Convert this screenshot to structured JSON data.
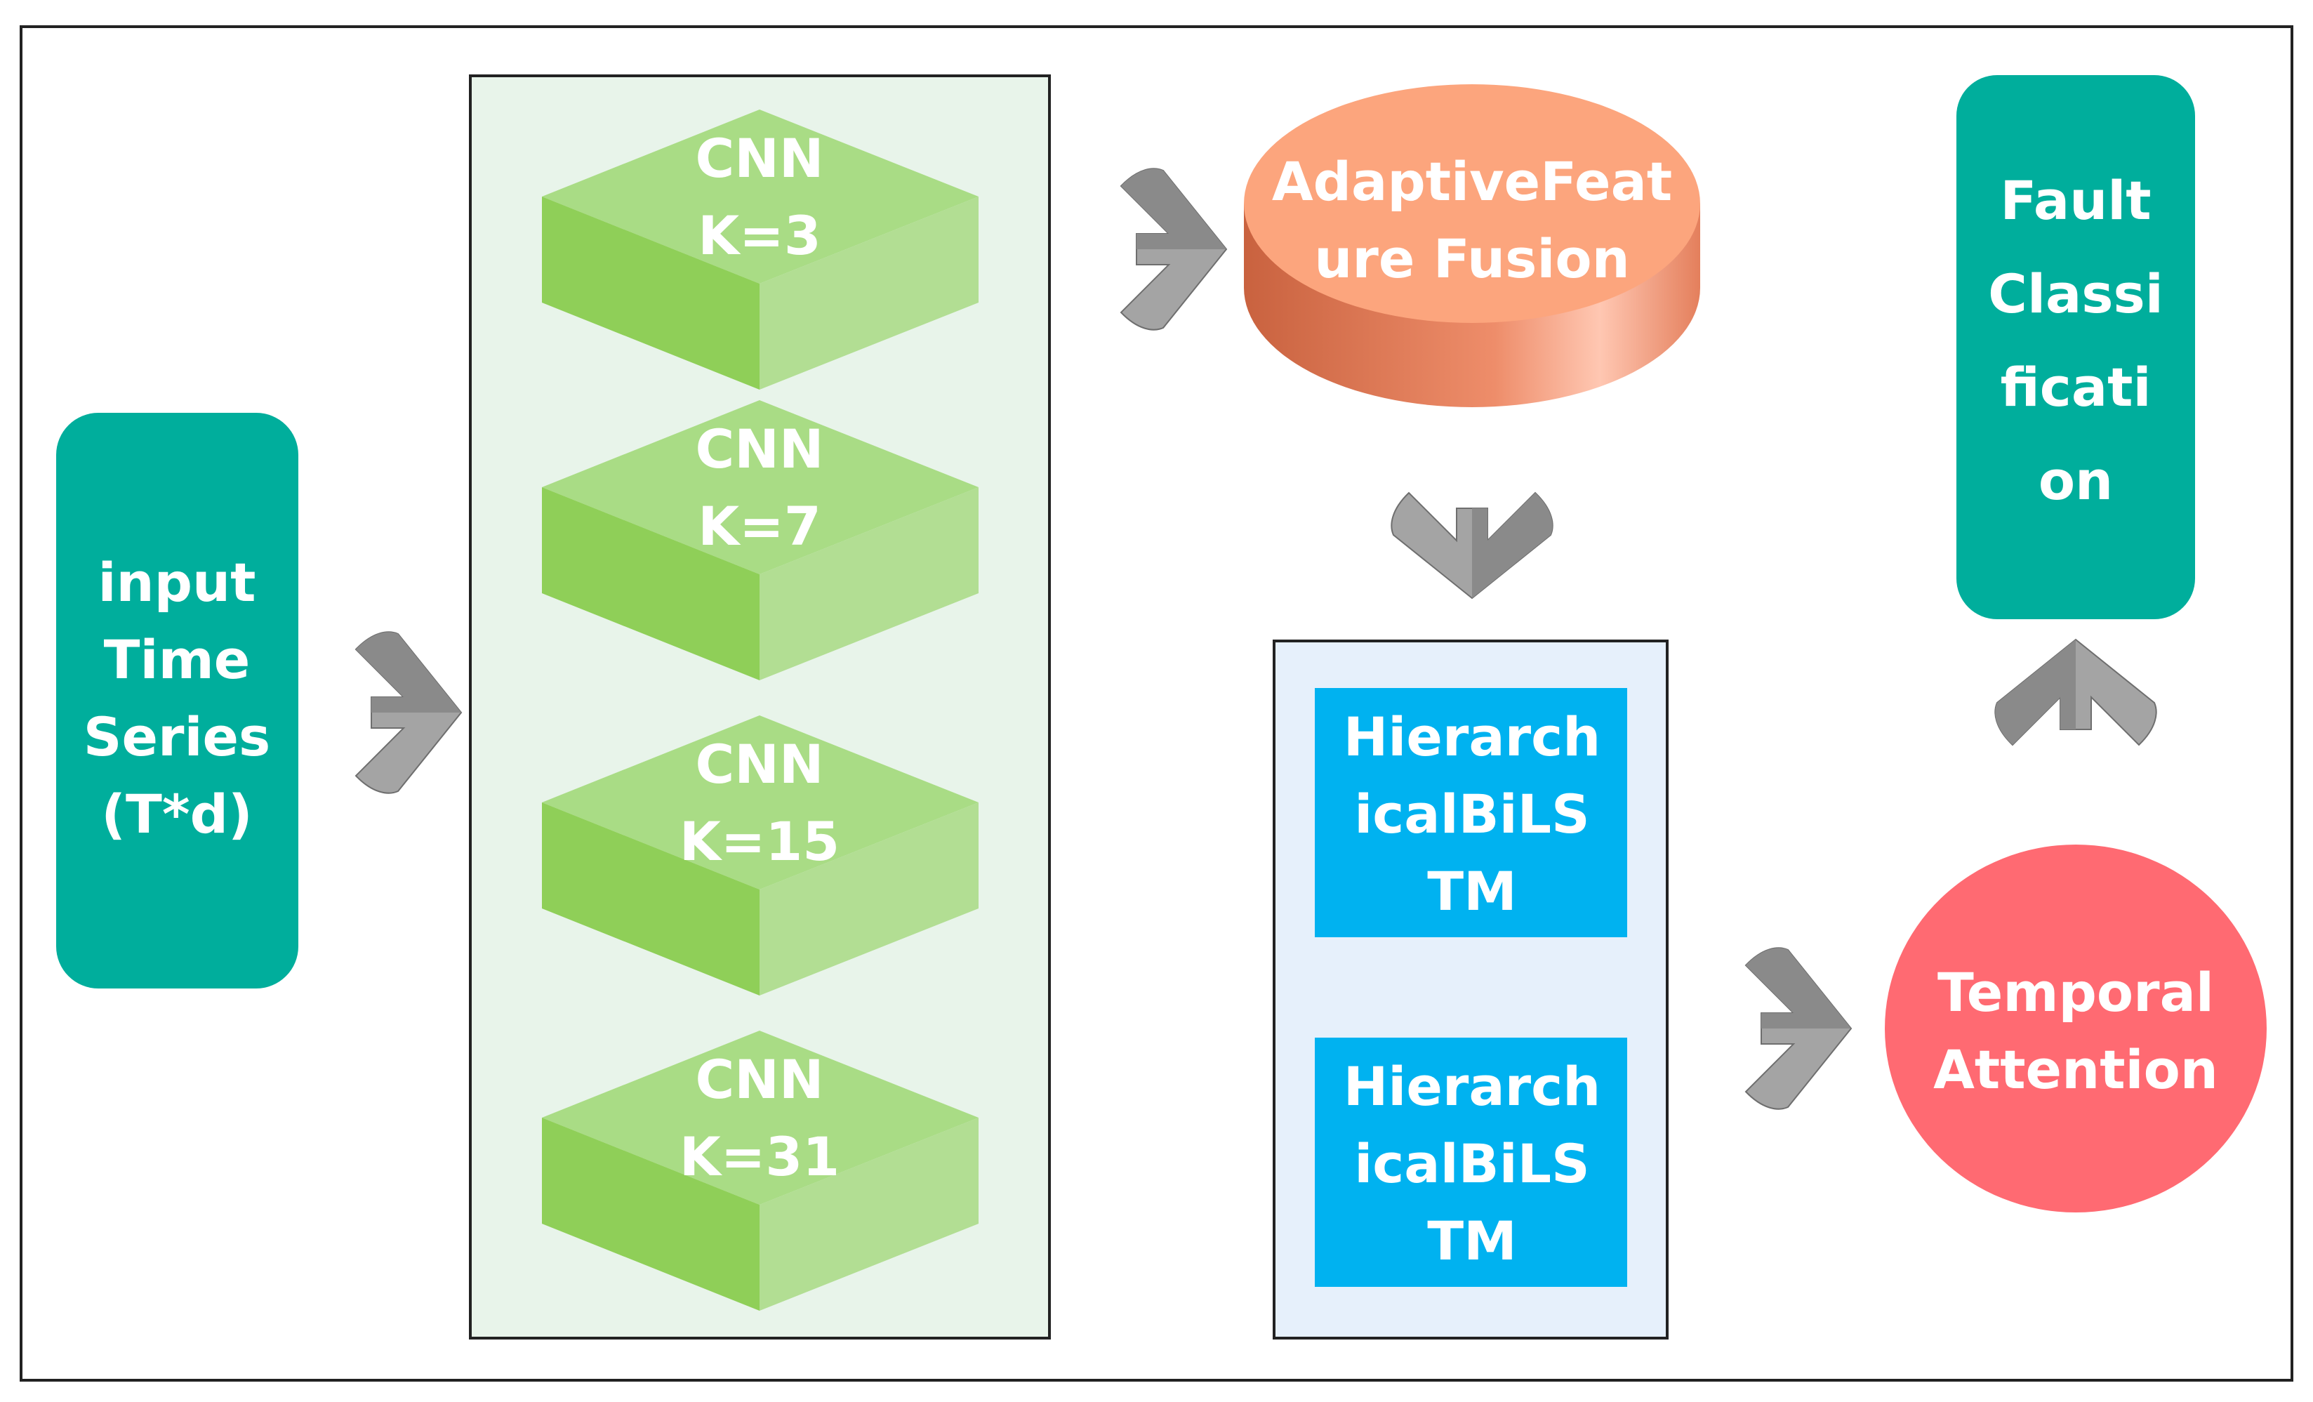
{
  "input_node": {
    "lines": [
      "input",
      "Time",
      "Series",
      "(T*d)"
    ],
    "color": "#00AE9C"
  },
  "cnn_blocks": [
    {
      "lines": [
        "CNN",
        "K=3"
      ]
    },
    {
      "lines": [
        "CNN",
        "K=7"
      ]
    },
    {
      "lines": [
        "CNN",
        "K=15"
      ]
    },
    {
      "lines": [
        "CNN",
        "K=31"
      ]
    }
  ],
  "cnn_colors": {
    "top": "#A9DC85",
    "left": "#8FCF58",
    "right": "#B2DE93",
    "panel": "#E8F4EA"
  },
  "fusion_node": {
    "lines": [
      "AdaptiveFeat",
      "ure Fusion"
    ],
    "color": "#FCA57D"
  },
  "bilstm_blocks": [
    {
      "lines": [
        "Hierarch",
        "icalBiLS",
        "TM"
      ]
    },
    {
      "lines": [
        "Hierarch",
        "icalBiLS",
        "TM"
      ]
    }
  ],
  "bilstm_colors": {
    "box": "#00B2F0",
    "panel": "#E6F0FB"
  },
  "attention_node": {
    "lines": [
      "Temporal",
      "Attention"
    ],
    "color": "#FF6A72"
  },
  "output_node": {
    "lines": [
      "Fault",
      "Classi",
      "ficati",
      "on"
    ],
    "color": "#00AE9C"
  },
  "arrow_color": "#8F8F8F"
}
